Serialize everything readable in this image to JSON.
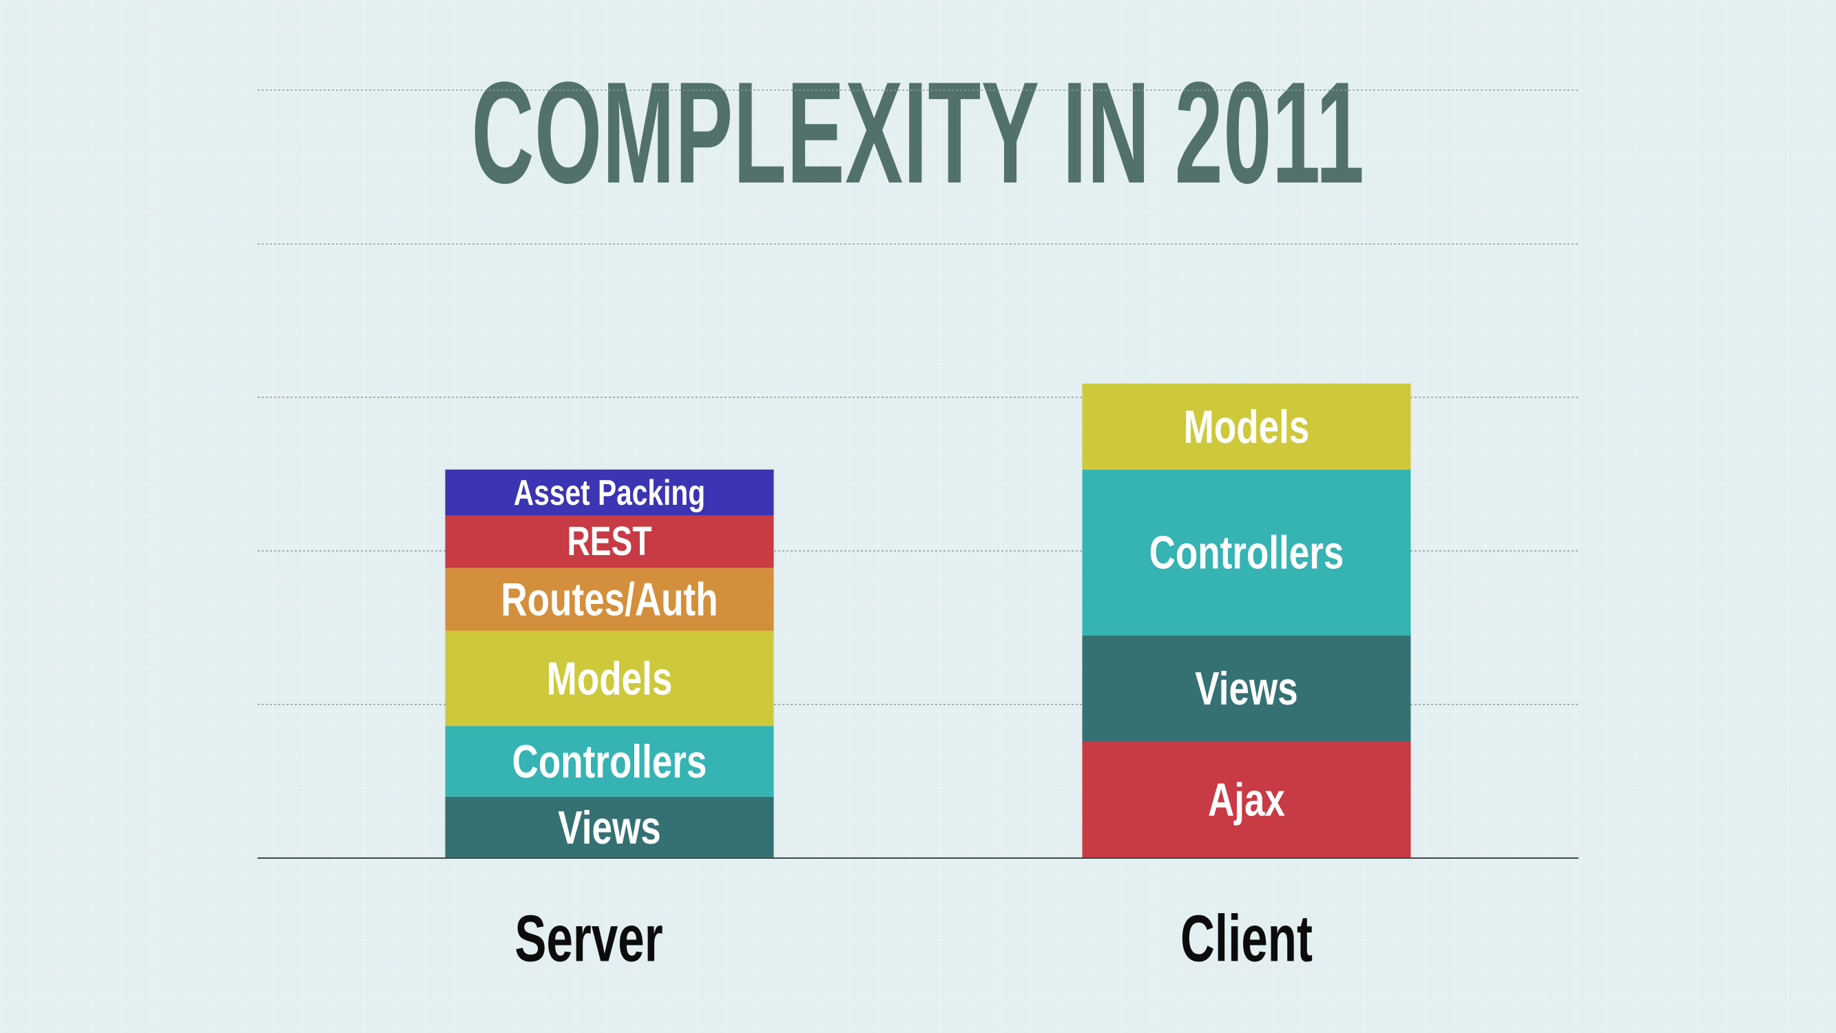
{
  "slide": {
    "title": "COMPLEXITY IN 2011"
  },
  "chart_data": {
    "type": "bar",
    "stacked": true,
    "title": "COMPLEXITY IN 2011",
    "xlabel": "",
    "ylabel": "",
    "categories": [
      "Server",
      "Client"
    ],
    "grid": true,
    "ylim": [
      0,
      6
    ],
    "stacks": [
      {
        "category": "Server",
        "segments": [
          {
            "label": "Views",
            "value": 0.4,
            "color": "#357172"
          },
          {
            "label": "Controllers",
            "value": 0.46,
            "color": "#36b3b3"
          },
          {
            "label": "Models",
            "value": 0.62,
            "color": "#cdc93b"
          },
          {
            "label": "Routes/Auth",
            "value": 0.41,
            "color": "#d38f3b"
          },
          {
            "label": "REST",
            "value": 0.34,
            "color": "#c83a44"
          },
          {
            "label": "Asset Packing",
            "value": 0.3,
            "color": "#3b35b3"
          }
        ]
      },
      {
        "category": "Client",
        "segments": [
          {
            "label": "Ajax",
            "value": 0.76,
            "color": "#c83a44"
          },
          {
            "label": "Views",
            "value": 0.69,
            "color": "#357172"
          },
          {
            "label": "Controllers",
            "value": 1.08,
            "color": "#36b3b3"
          },
          {
            "label": "Models",
            "value": 0.56,
            "color": "#cdc93b"
          }
        ]
      }
    ]
  }
}
